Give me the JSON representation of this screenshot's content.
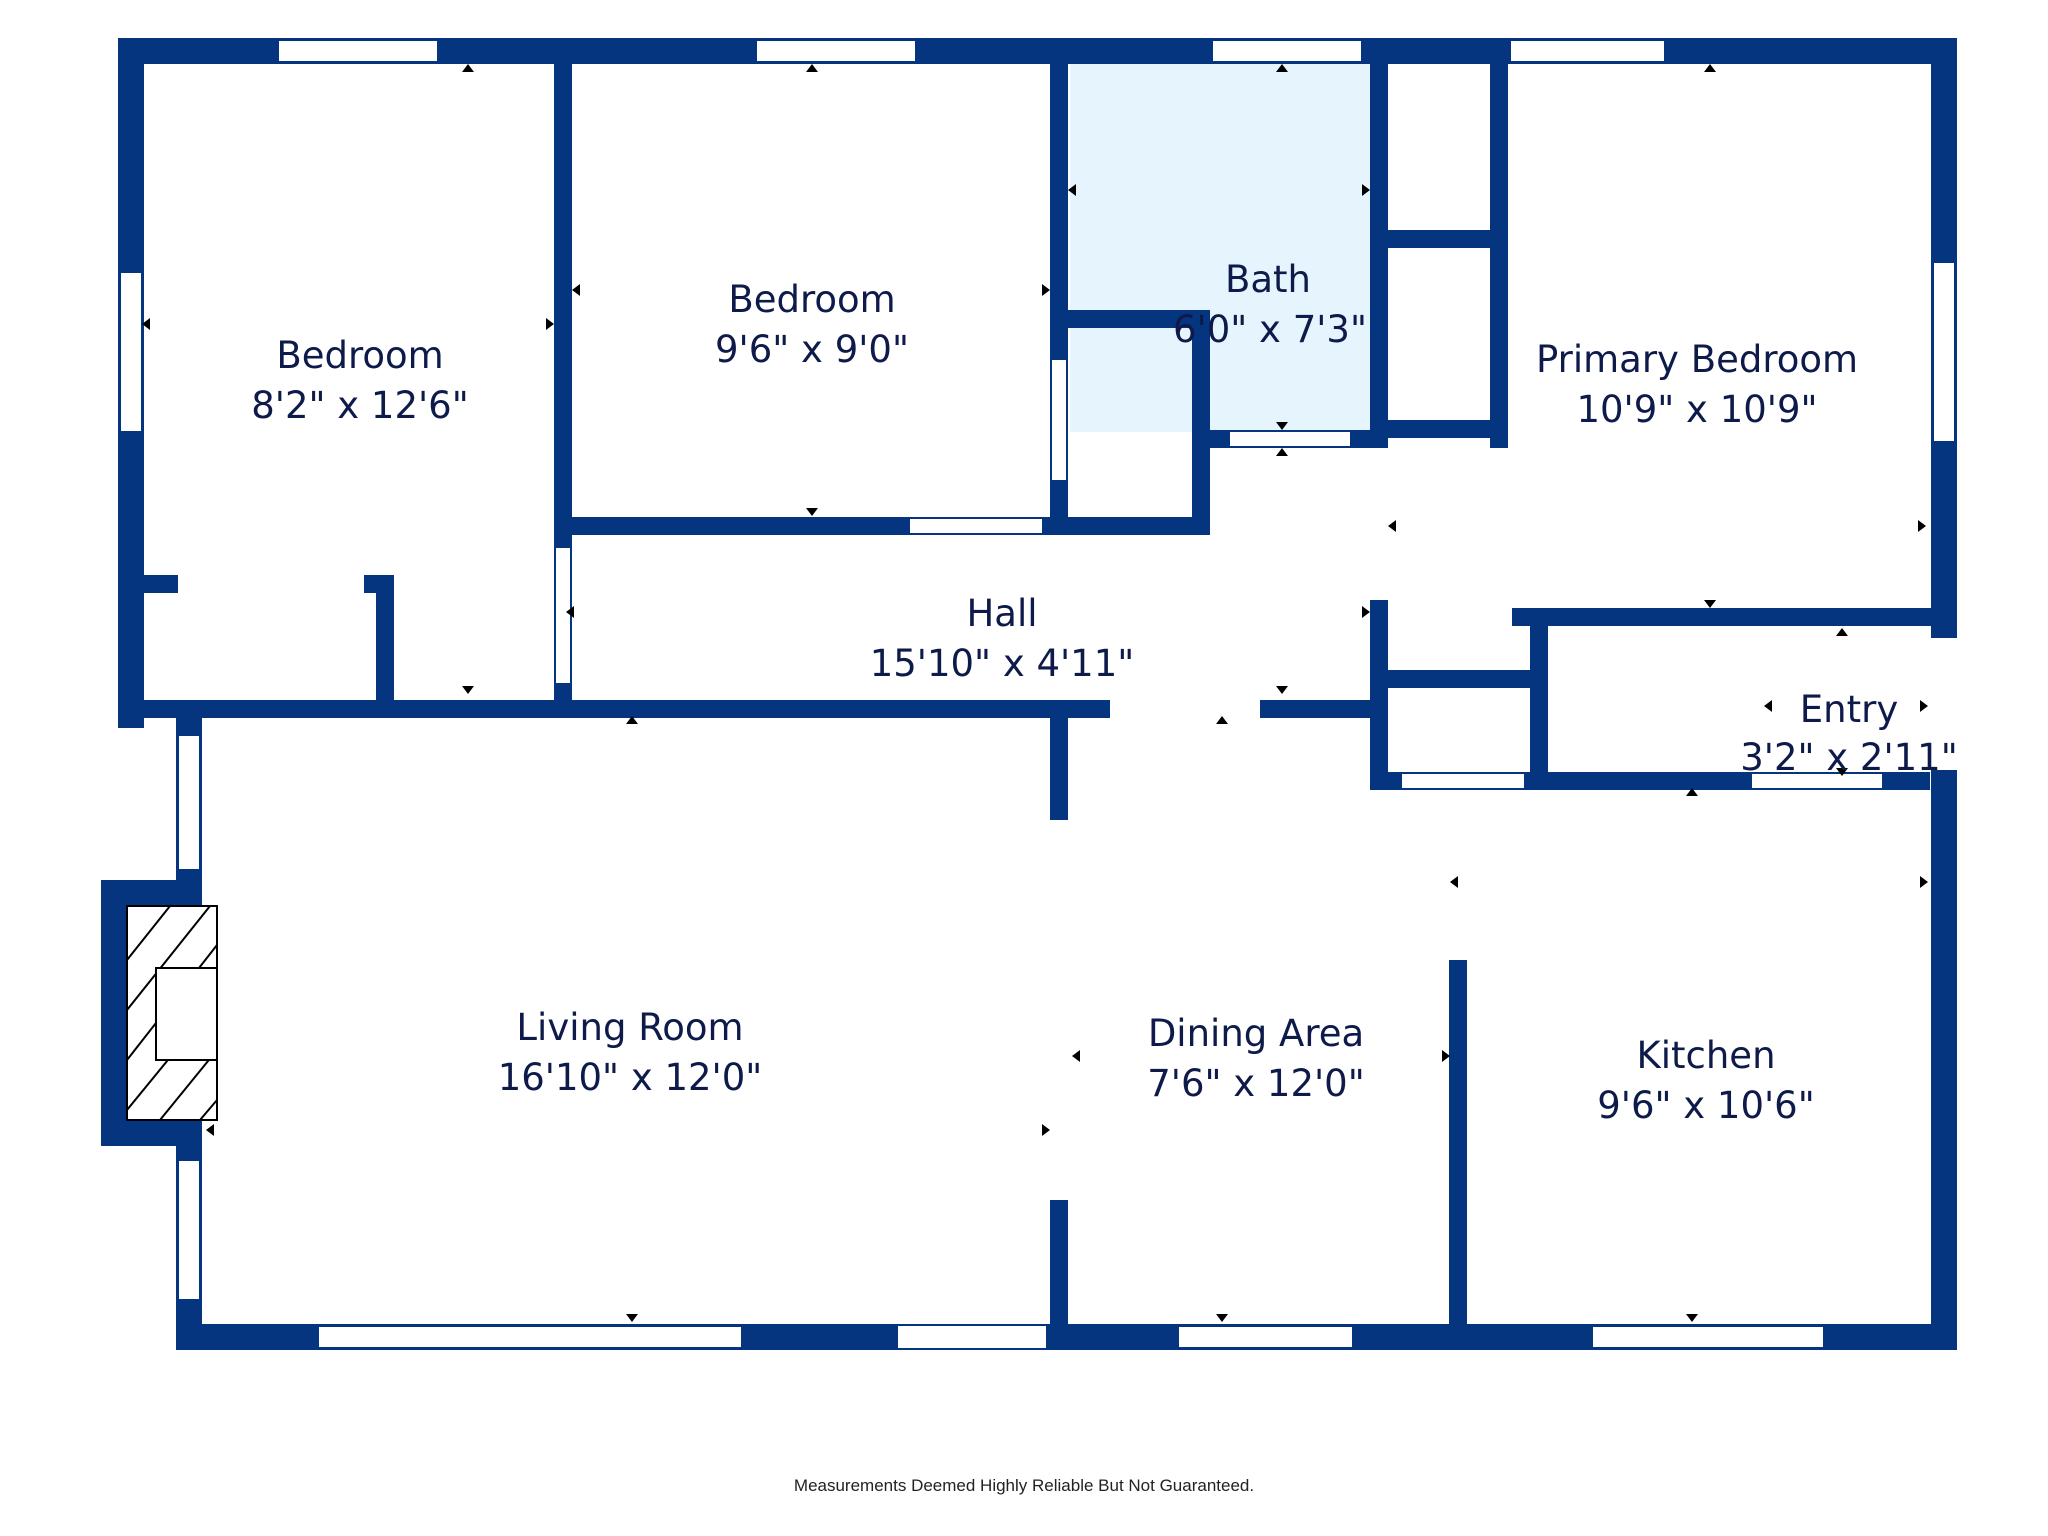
{
  "colors": {
    "wall": "#05357f",
    "bath_fill": "#e5f4fd",
    "text": "#0d1a4a",
    "window": "#ffffff",
    "marker": "#000000"
  },
  "rooms": {
    "bedroom_left": {
      "name": "Bedroom",
      "dims": "8'2\" x 12'6\""
    },
    "bedroom_middle": {
      "name": "Bedroom",
      "dims": "9'6\" x 9'0\""
    },
    "bath": {
      "name": "Bath",
      "dims": "6'0\" x 7'3\""
    },
    "primary_bedroom": {
      "name": "Primary Bedroom",
      "dims": "10'9\" x 10'9\""
    },
    "hall": {
      "name": "Hall",
      "dims": "15'10\" x 4'11\""
    },
    "entry": {
      "name": "Entry",
      "dims": "3'2\" x 2'11\""
    },
    "living_room": {
      "name": "Living Room",
      "dims": "16'10\" x 12'0\""
    },
    "dining_area": {
      "name": "Dining Area",
      "dims": "7'6\" x 12'0\""
    },
    "kitchen": {
      "name": "Kitchen",
      "dims": "9'6\" x 10'6\""
    }
  },
  "disclaimer": "Measurements Deemed Highly Reliable But Not Guaranteed."
}
